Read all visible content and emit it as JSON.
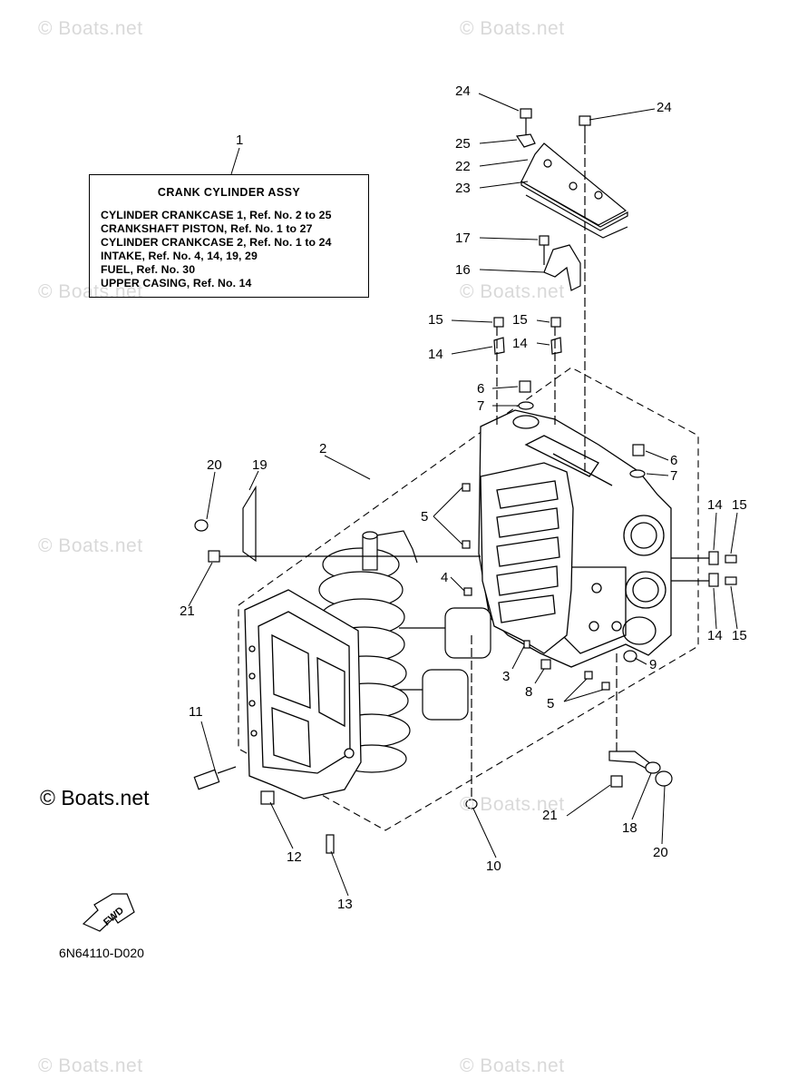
{
  "watermarks": [
    "© Boats.net",
    "© Boats.net",
    "© Boats.net",
    "© Boats.net",
    "© Boats.net",
    "© Boats.net",
    "© Boats.net",
    "© Boats.net"
  ],
  "info_box": {
    "title": "CRANK CYLINDER ASSY",
    "lines": [
      "CYLINDER CRANKCASE 1,  Ref. No. 2 to 25",
      "CRANKSHAFT PISTON,  Ref. No. 1 to 27",
      "CYLINDER CRANKCASE 2,  Ref. No. 1 to 24",
      "INTAKE,   Ref. No. 4, 14, 19, 29",
      "FUEL,  Ref. No. 30",
      "UPPER CASING,  Ref. No. 14"
    ]
  },
  "callouts": [
    "1",
    "24",
    "24",
    "25",
    "22",
    "23",
    "17",
    "16",
    "15",
    "15",
    "14",
    "14",
    "6",
    "7",
    "6",
    "7",
    "2",
    "20",
    "19",
    "5",
    "4",
    "21",
    "14",
    "15",
    "14",
    "15",
    "9",
    "3",
    "8",
    "5",
    "11",
    "12",
    "13",
    "10",
    "21",
    "18",
    "20"
  ],
  "copyright": "© Boats.net",
  "fwd_label": "FWD",
  "diagram_code": "6N64110-D020"
}
